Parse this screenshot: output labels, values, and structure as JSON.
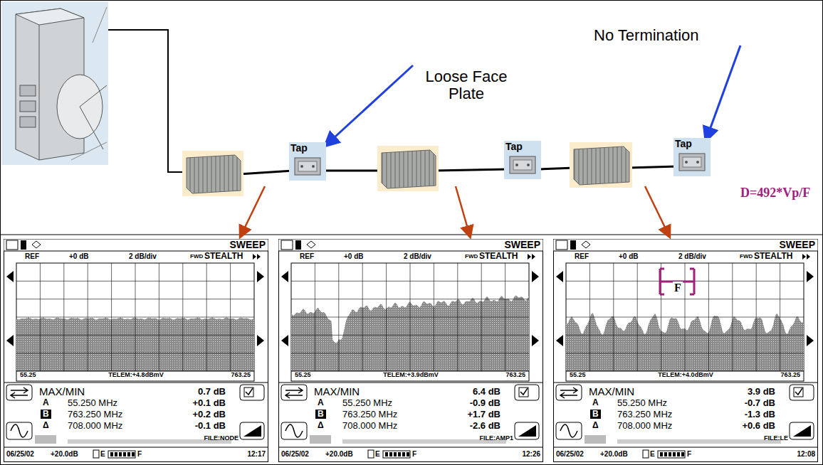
{
  "diagram": {
    "nodes": [
      {
        "text": [
          "Tap"
        ]
      },
      {
        "text": [
          "Tap"
        ]
      },
      {
        "text": [
          "Tap"
        ]
      }
    ],
    "labels": [
      "Loose Face Plate",
      "No Termination",
      "D=492*Vp/F",
      "F",
      "SWEEP",
      "REF",
      "+0 dB",
      "2 dB/div",
      "FWD",
      "STEALTH",
      "55.25",
      "TELEM:+4.8dBmV",
      "763.25",
      "MAX/MIN",
      "0.7 dB",
      "A",
      "55.250 MHz",
      "+0.1 dB",
      "B",
      "763.250 MHz",
      "+0.2 dB",
      "Δ",
      "708.000 MHz",
      "-0.1 dB",
      "FILE:NODE",
      "06/25/02",
      "+20.0dB",
      "E",
      "F",
      "12:17",
      "SWEEP",
      "REF",
      "+0 dB",
      "2 dB/div",
      "FWD",
      "STEALTH",
      "55.25",
      "TELEM:+3.9dBmV",
      "763.25",
      "MAX/MIN",
      "6.4 dB",
      "A",
      "55.250 MHz",
      "-0.9 dB",
      "B",
      "763.250 MHz",
      "+1.7 dB",
      "Δ",
      "708.000 MHz",
      "-2.6 dB",
      "FILE:AMP1",
      "06/25/02",
      "+20.0dB",
      "E",
      "F",
      "12:26",
      "SWEEP",
      "REF",
      "+0 dB",
      "2 dB/div",
      "FWD",
      "STEALTH",
      "55.25",
      "TELEM:+4.0dBmV",
      "763.25",
      "MAX/MIN",
      "3.9 dB",
      "A",
      "55.250 MHz",
      "-0.7 dB",
      "B",
      "763.250 MHz",
      "-1.3 dB",
      "Δ",
      "708.000 MHz",
      "+0.6 dB",
      "FILE:LE",
      "06/25/02",
      "+20.0dB",
      "E",
      "F",
      "12:08"
    ]
  }
}
